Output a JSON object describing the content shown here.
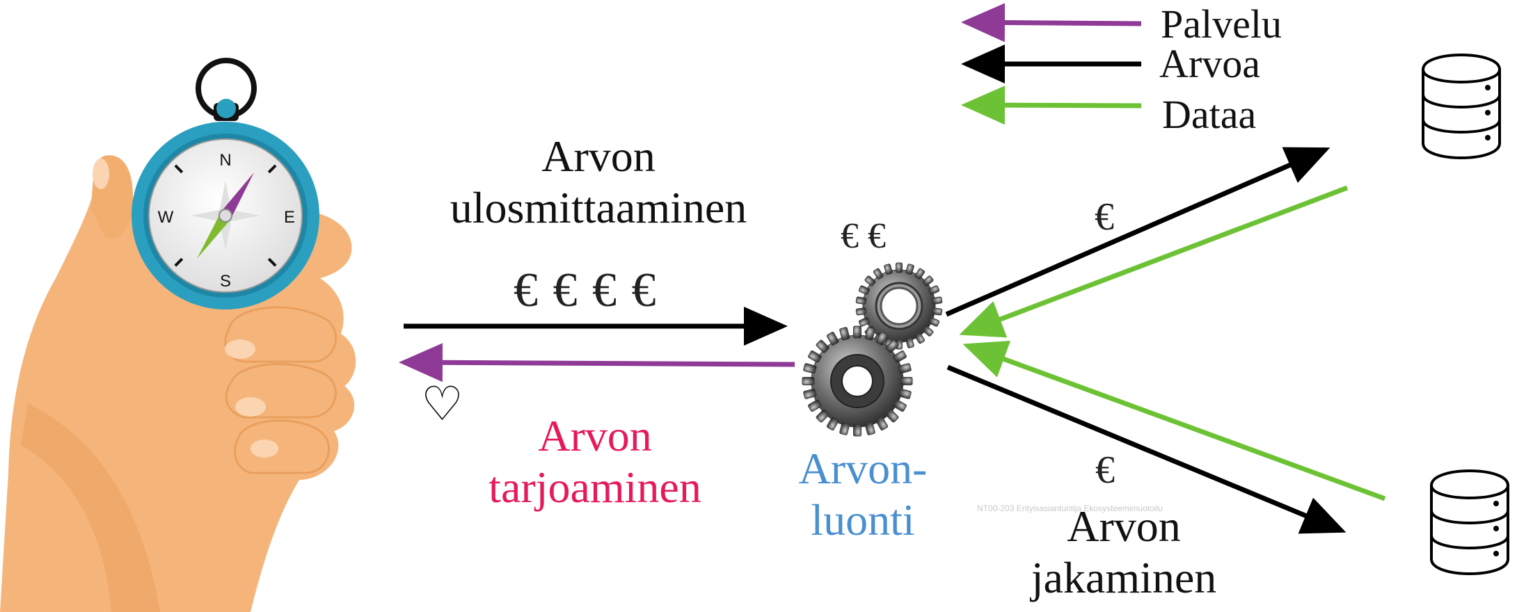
{
  "legend": {
    "service_label": "Palvelu",
    "value_label": "Arvoa",
    "data_label": "Dataa"
  },
  "labels": {
    "extraction": "Arvon\nulosmittaaminen",
    "offering": "Arvon\ntarjoaminen",
    "creation": "Arvon-\nluonti",
    "sharing": "Arvon\njakaminen"
  },
  "symbols": {
    "euros_main": "€ € € €",
    "euros_gears": "€ €",
    "euro_upper": "€",
    "euro_lower": "€",
    "heart": "♡"
  },
  "watermark": "NT00-203 Erityisasiantuntija Ekosysteemimuotoilu",
  "colors": {
    "service": "#8e3a96",
    "value": "#000000",
    "data": "#6cc234",
    "offering_text": "#e6195a",
    "creation_text": "#4a8fd0",
    "compass_ring": "#2a9fc0",
    "hand": "#f5b57a",
    "hand_shadow": "#e99f5d"
  },
  "icons": [
    "hand-compass-icon",
    "gears-icon",
    "database-icon",
    "heart-icon"
  ]
}
